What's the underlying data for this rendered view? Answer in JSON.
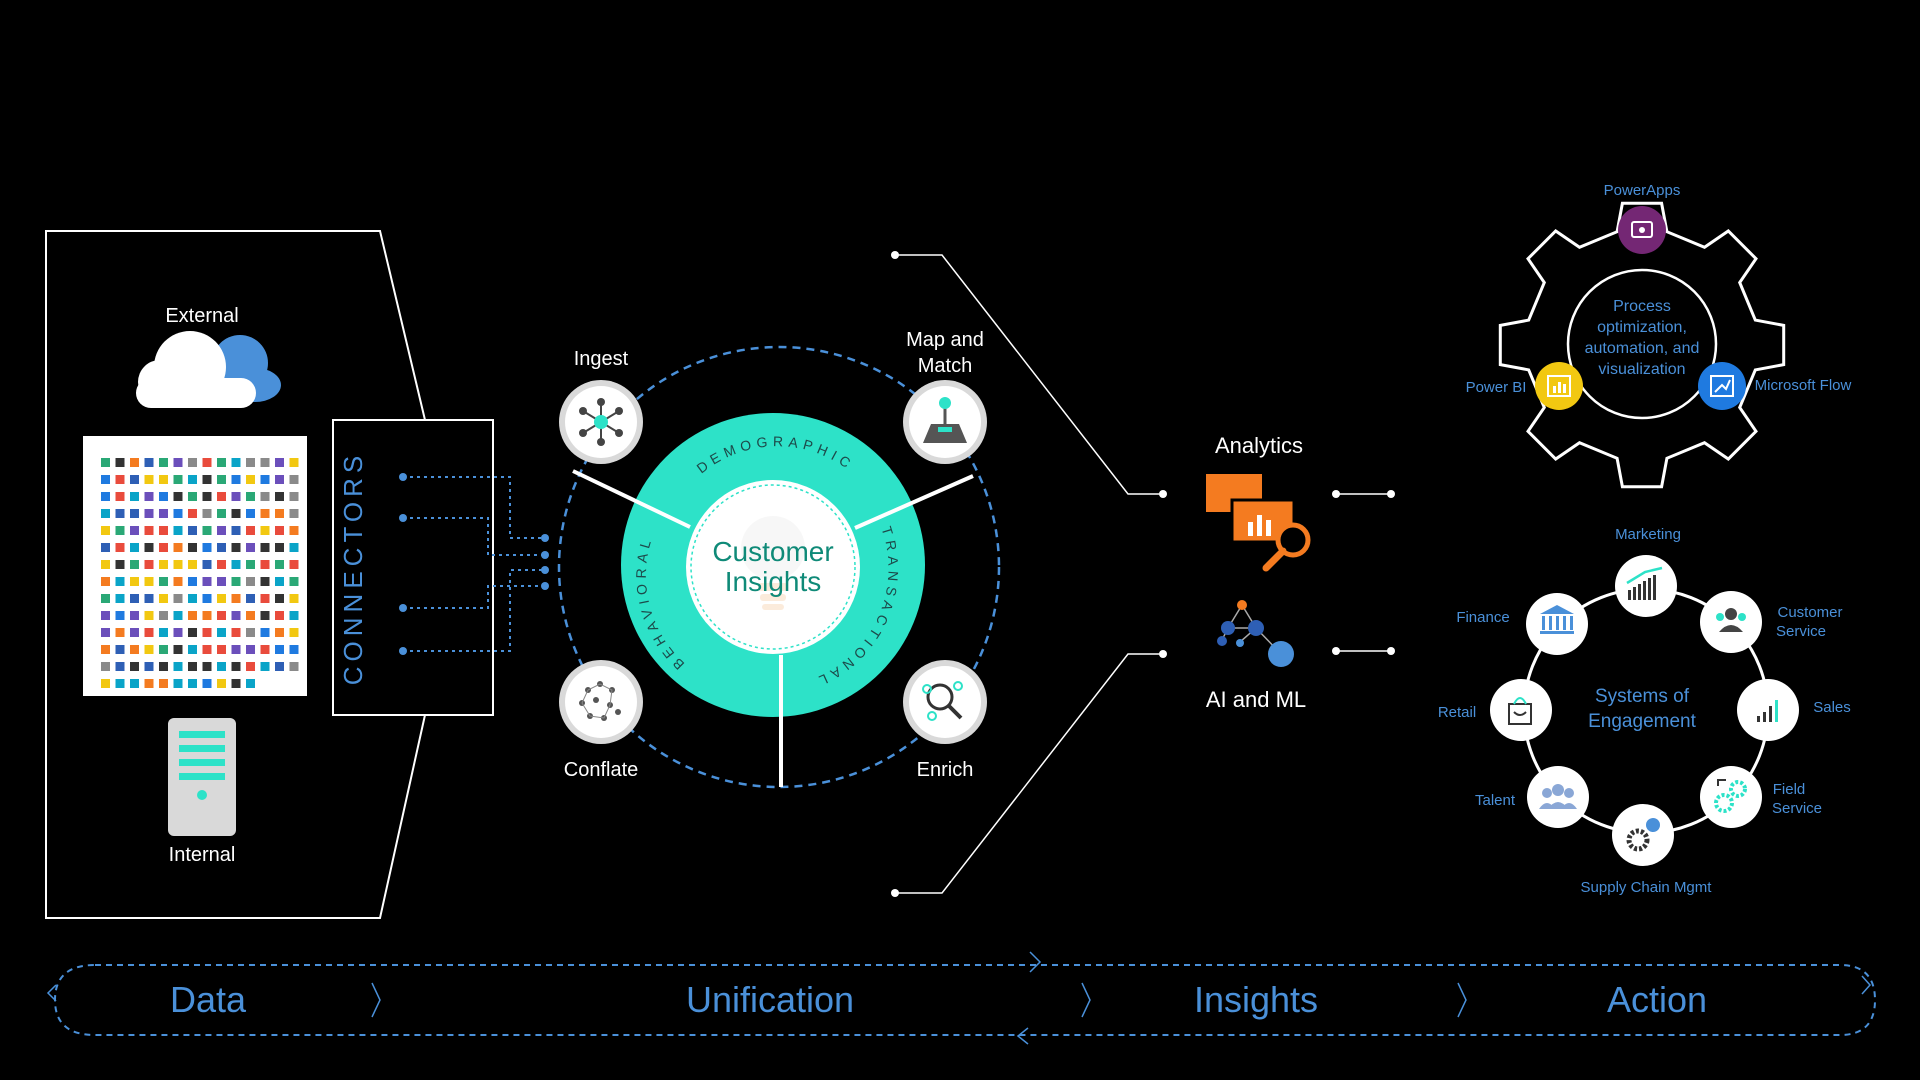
{
  "data_section": {
    "external_label": "External",
    "internal_label": "Internal",
    "connectors_label": "CONNECTORS"
  },
  "unification": {
    "center_title_line1": "Customer",
    "center_title_line2": "Insights",
    "ring_labels": [
      "DEMOGRAPHIC",
      "TRANSACTIONAL",
      "BEHAVIORAL"
    ],
    "steps": {
      "ingest": "Ingest",
      "map_line1": "Map and",
      "map_line2": "Match",
      "conflate": "Conflate",
      "enrich": "Enrich"
    }
  },
  "insights": {
    "analytics": "Analytics",
    "ai_ml": "AI and ML"
  },
  "action": {
    "gear": {
      "top": "PowerApps",
      "left": "Power BI",
      "right": "Microsoft Flow",
      "center_lines": [
        "Process",
        "optimization,",
        "automation, and",
        "visualization"
      ]
    },
    "engagement": {
      "center_line1": "Systems of",
      "center_line2": "Engagement",
      "marketing": "Marketing",
      "customer_service_1": "Customer",
      "customer_service_2": "Service",
      "sales": "Sales",
      "field_service_1": "Field",
      "field_service_2": "Service",
      "supply_chain": "Supply Chain Mgmt",
      "talent": "Talent",
      "retail": "Retail",
      "finance": "Finance"
    }
  },
  "phases": [
    "Data",
    "Unification",
    "Insights",
    "Action"
  ],
  "colors": {
    "background": "#000000",
    "accent_blue": "#4a90d9",
    "teal": "#2de2c8",
    "orange": "#f47b20"
  }
}
